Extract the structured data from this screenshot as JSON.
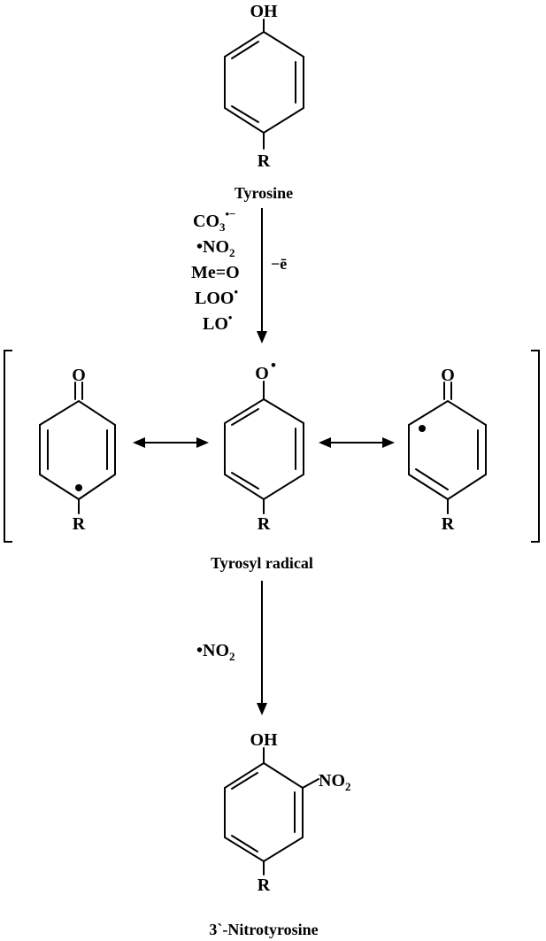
{
  "tyrosine": {
    "top_group": "OH",
    "substituent": "R",
    "name": "Tyrosine"
  },
  "oxidation_step": {
    "oxidants": {
      "carbonate_main": "CO",
      "carbonate_sub": "3",
      "carbonate_sup": "•−",
      "no2_prefix": "•NO",
      "no2_sub": "2",
      "oxo_metal": "Me=O",
      "peroxyl": "LOO",
      "peroxyl_dot": "•",
      "alkoxyl": "LO",
      "alkoxyl_dot": "•"
    },
    "electron_loss": "−ē"
  },
  "resonance": {
    "left": {
      "oxygen": "O",
      "substituent": "R"
    },
    "center": {
      "oxygen": "O",
      "radical_dot": "•",
      "substituent": "R"
    },
    "right": {
      "oxygen": "O",
      "substituent": "R"
    },
    "name": "Tyrosyl radical"
  },
  "nitration_step": {
    "reagent_prefix": "•NO",
    "reagent_sub": "2"
  },
  "product": {
    "top_group": "OH",
    "nitro_main": "NO",
    "nitro_sub": "2",
    "substituent": "R",
    "name": "3`-Nitrotyrosine"
  }
}
